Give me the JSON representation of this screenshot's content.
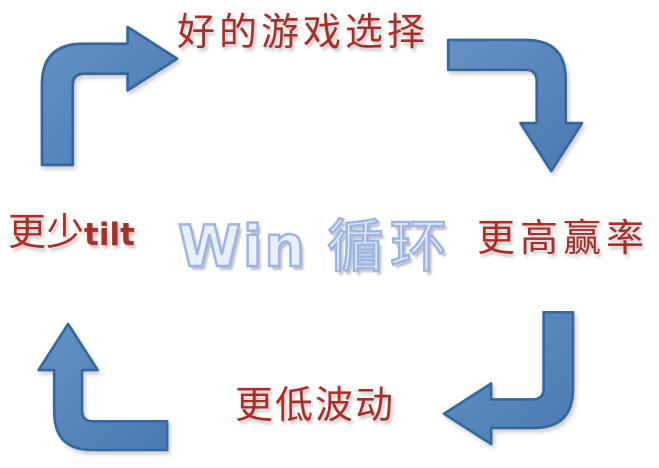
{
  "center": {
    "en": "Win",
    "zh": "循环"
  },
  "nodes": {
    "top": {
      "label": "好的游戏选择"
    },
    "right": {
      "label": "更高赢率"
    },
    "bottom": {
      "label": "更低波动"
    },
    "left": {
      "zh": "更少",
      "en": "tilt"
    }
  },
  "arrows": {
    "top_left": "bent-arrow-up-then-right",
    "top_right": "bent-arrow-right-then-down",
    "bottom_right": "bent-arrow-down-then-left",
    "bottom_left": "bent-arrow-left-then-up"
  },
  "colors": {
    "background": "#ffffff",
    "arrow_fill": "#4f81bd",
    "arrow_fill_light": "#6591c4",
    "arrow_border": "#35689f",
    "node_text": "#aa2f28",
    "center_fill": "#e9effb",
    "center_stroke": "#9bb5e5"
  }
}
